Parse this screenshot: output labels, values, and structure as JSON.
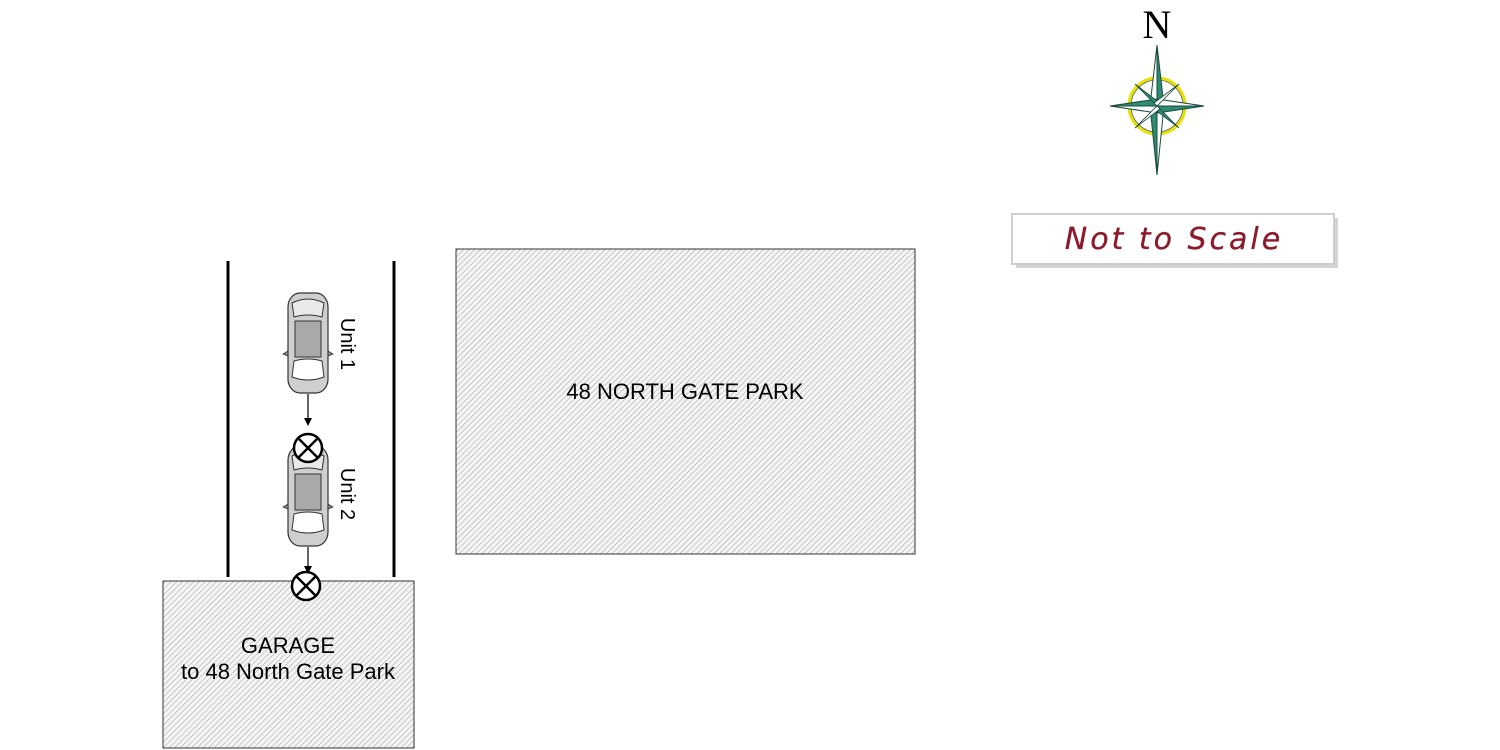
{
  "compass": {
    "north_label": "N"
  },
  "scale_note": {
    "text": "Not to Scale",
    "color": "#8b1a2b"
  },
  "building": {
    "label": "48 NORTH GATE PARK"
  },
  "garage": {
    "line1": "GARAGE",
    "line2": "to 48 North Gate Park"
  },
  "vehicles": [
    {
      "label": "Unit 1"
    },
    {
      "label": "Unit 2"
    }
  ],
  "colors": {
    "compass_green": "#2e8b72",
    "compass_ring": "#e8e000",
    "car_body": "#c8c8c8",
    "hatch": "#9a9a9a"
  }
}
